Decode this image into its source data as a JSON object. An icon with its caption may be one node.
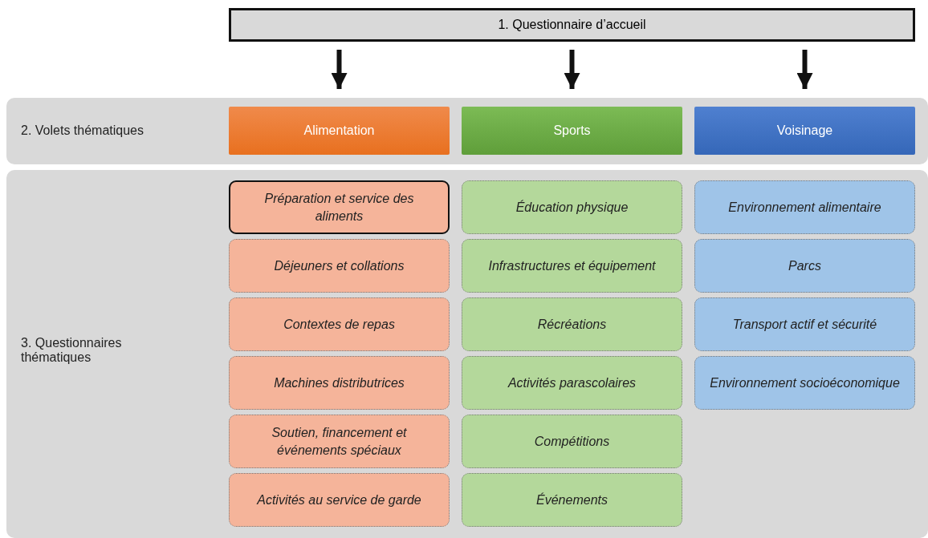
{
  "diagram": {
    "nodes": [
      {
        "text": [
          "1. Questionnaire d’accueil"
        ]
      },
      {
        "text": [
          "2. Volets thématiques"
        ]
      },
      {
        "text": [
          "Alimentation"
        ],
        "in": 1
      },
      {
        "text": [
          "Sports"
        ],
        "in": 1
      },
      {
        "text": [
          "Voisinage"
        ],
        "in": 1
      },
      {
        "text": [
          "3. Questionnaires thématiques"
        ]
      },
      {
        "text": [
          "Préparation et service des aliments"
        ],
        "in": 5
      },
      {
        "text": [
          "Déjeuners et collations"
        ],
        "in": 5
      },
      {
        "text": [
          "Contextes de repas"
        ],
        "in": 5
      },
      {
        "text": [
          "Machines distributrices"
        ],
        "in": 5
      },
      {
        "text": [
          "Soutien, financement et événements spéciaux"
        ],
        "in": 5
      },
      {
        "text": [
          "Activités au service de garde"
        ],
        "in": 5
      },
      {
        "text": [
          "Éducation physique"
        ],
        "in": 5
      },
      {
        "text": [
          "Infrastructures et équipement"
        ],
        "in": 5
      },
      {
        "text": [
          "Récréations"
        ],
        "in": 5
      },
      {
        "text": [
          "Activités parascolaires"
        ],
        "in": 5
      },
      {
        "text": [
          "Compétitions"
        ],
        "in": 5
      },
      {
        "text": [
          "Événements"
        ],
        "in": 5
      },
      {
        "text": [
          "Environnement alimentaire"
        ],
        "in": 5
      },
      {
        "text": [
          "Parcs"
        ],
        "in": 5
      },
      {
        "text": [
          "Transport actif et sécurité"
        ],
        "in": 5
      },
      {
        "text": [
          "Environnement socioéconomique"
        ],
        "in": 5
      }
    ],
    "edges": [
      {
        "from": 0,
        "to": 2,
        "arrow": "to"
      },
      {
        "from": 0,
        "to": 3,
        "arrow": "to"
      },
      {
        "from": 0,
        "to": 4,
        "arrow": "to"
      }
    ]
  }
}
